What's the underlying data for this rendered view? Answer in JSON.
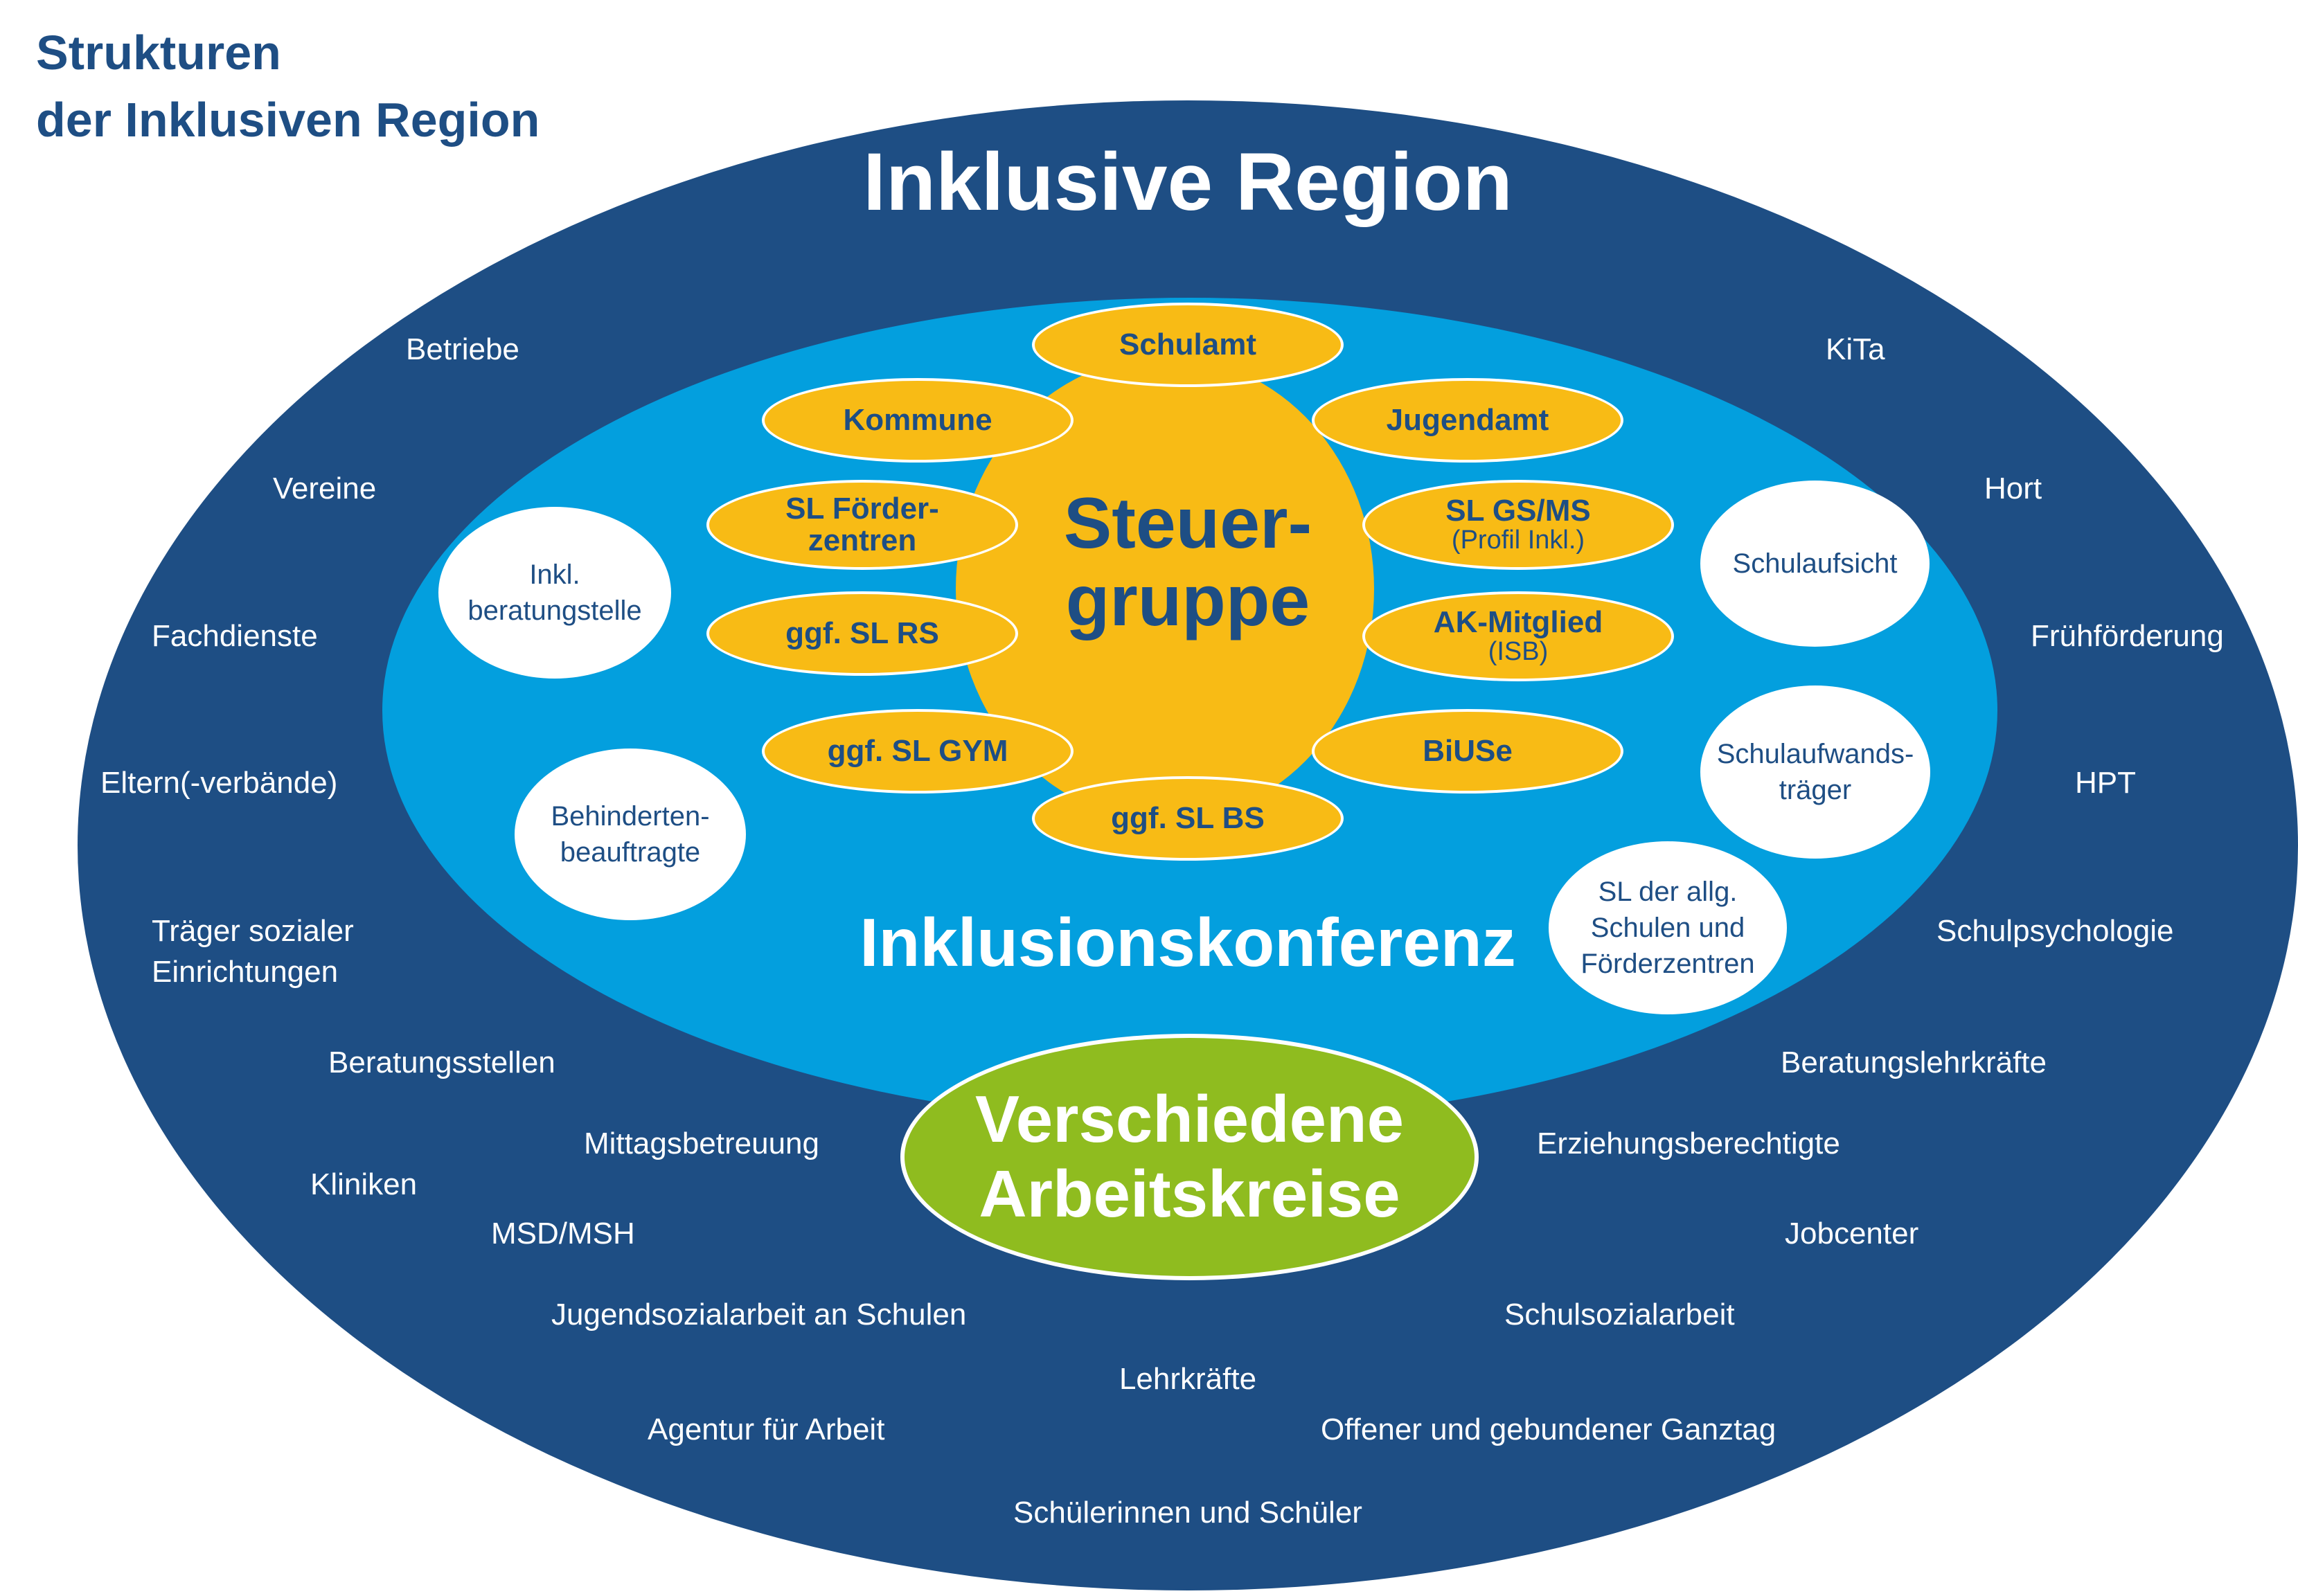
{
  "title": "Strukturen\nder Inklusiven Region",
  "outer_ring": {
    "title": "Inklusive Region",
    "left_labels": [
      "Betriebe",
      "Vereine",
      "Fachdienste",
      "Eltern(-verbände)",
      "Träger sozialer\nEinrichtungen",
      "Beratungsstellen",
      "Mittagsbetreuung",
      "Kliniken",
      "MSD/MSH",
      "Jugendsozialarbeit an Schulen",
      "Agentur für Arbeit"
    ],
    "right_labels": [
      "KiTa",
      "Hort",
      "Frühförderung",
      "HPT",
      "Schulpsychologie",
      "Beratungslehrkräfte",
      "Erziehungsberechtigte",
      "Jobcenter",
      "Schulsozialarbeit",
      "Offener und gebundener Ganztag"
    ],
    "bottom_labels": [
      "Lehrkräfte",
      "Schülerinnen und Schüler"
    ]
  },
  "middle_ring": {
    "title": "Inklusionskonferenz",
    "bubbles": [
      "Inkl.\nberatungstelle",
      "Behinderten-\nbeauftragte",
      "Schulaufsicht",
      "Schulaufwands-\nträger",
      "SL der allg.\nSchulen und\nFörderzentren"
    ]
  },
  "core": {
    "title": "Steuer-\ngruppe",
    "members": [
      {
        "label": "Schulamt"
      },
      {
        "label": "Kommune"
      },
      {
        "label": "Jugendamt"
      },
      {
        "label": "SL Förder-\nzentren"
      },
      {
        "label": "SL GS/MS",
        "sub": "(Profil Inkl.)"
      },
      {
        "label": "ggf. SL RS"
      },
      {
        "label": "AK-Mitglied",
        "sub": "(ISB)"
      },
      {
        "label": "ggf. SL GYM"
      },
      {
        "label": "BiUSe"
      },
      {
        "label": "ggf. SL BS"
      }
    ]
  },
  "working_groups": "Verschiedene\nArbeitskreise",
  "colors": {
    "outer": "#1e4e84",
    "middle": "#039fde",
    "core": "#f8bb15",
    "green": "#8fbc1f",
    "text_dark": "#1e4e84",
    "text_light": "#ffffff"
  }
}
